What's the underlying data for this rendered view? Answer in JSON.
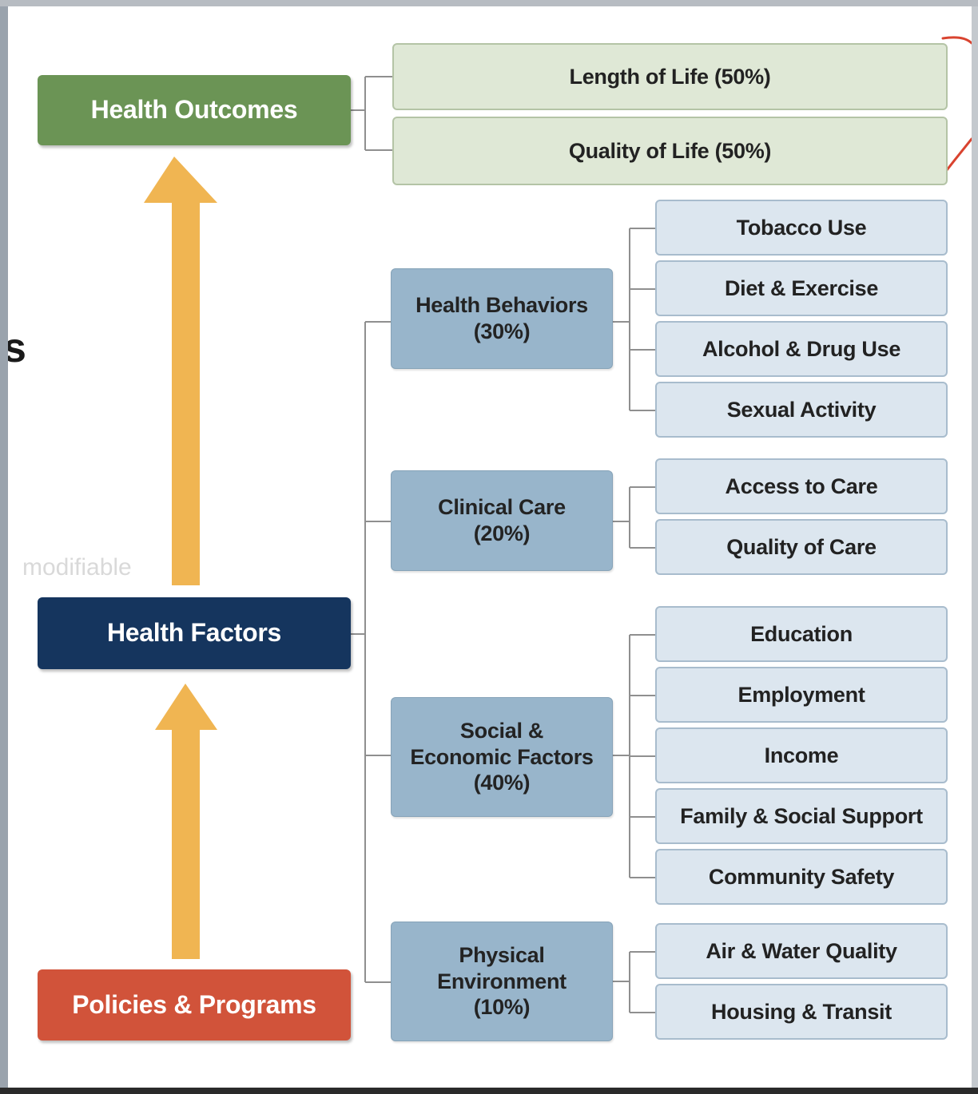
{
  "main_nodes": {
    "outcomes": "Health Outcomes",
    "factors": "Health Factors",
    "policies": "Policies & Programs"
  },
  "outcomes": [
    "Length of Life (50%)",
    "Quality of Life (50%)"
  ],
  "factor_groups": [
    {
      "label": "Health Behaviors\n(30%)",
      "items": [
        "Tobacco Use",
        "Diet & Exercise",
        "Alcohol & Drug Use",
        "Sexual Activity"
      ]
    },
    {
      "label": "Clinical Care\n(20%)",
      "items": [
        "Access to Care",
        "Quality of Care"
      ]
    },
    {
      "label": "Social &\nEconomic Factors\n(40%)",
      "items": [
        "Education",
        "Employment",
        "Income",
        "Family & Social Support",
        "Community Safety"
      ]
    },
    {
      "label": "Physical\nEnvironment\n(10%)",
      "items": [
        "Air & Water Quality",
        "Housing & Transit"
      ]
    }
  ],
  "annotation": "modifiable",
  "cropped_text": "s",
  "colors": {
    "outcomes": "#6b9455",
    "factors": "#15355e",
    "policies": "#d1533a",
    "arrow": "#f0b552",
    "connector": "#8f8f8f",
    "pen": "#d9432f"
  }
}
